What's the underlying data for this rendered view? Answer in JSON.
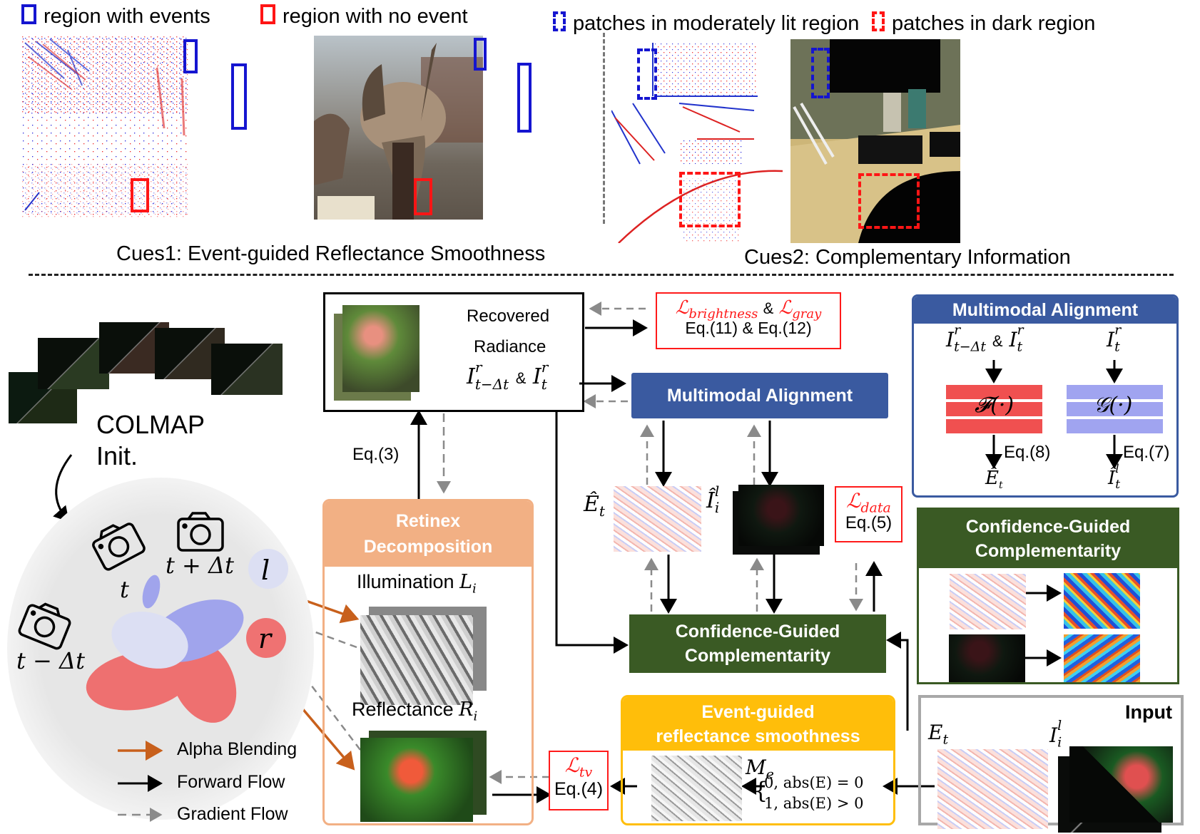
{
  "top": {
    "legend_left": [
      {
        "label": "region with events",
        "color": "#1515d0",
        "style": "solid"
      },
      {
        "label": "region with no event",
        "color": "#ff1515",
        "style": "solid"
      }
    ],
    "legend_right": [
      {
        "label": "patches in moderately lit region",
        "color": "#1515d0",
        "style": "dashed"
      },
      {
        "label": "patches in dark region",
        "color": "#ff1515",
        "style": "dashed"
      }
    ],
    "cues1_caption": "Cues1: Event-guided Reflectance Smoothness",
    "cues2_caption": "Cues2: Complementary Information",
    "panels": [
      {
        "name": "event-map-dinosaur",
        "kind": "event-visualization"
      },
      {
        "name": "photo-dinosaur",
        "kind": "rgb-photo"
      },
      {
        "name": "event-map-desk",
        "kind": "event-visualization"
      },
      {
        "name": "photo-desk-lowlight",
        "kind": "rgb-photo"
      }
    ]
  },
  "pipeline": {
    "colmap_label_line1": "COLMAP",
    "colmap_label_line2": "Init.",
    "cameras": [
      {
        "label": "t − Δt"
      },
      {
        "label": "t"
      },
      {
        "label": "t + Δt"
      }
    ],
    "gaussian_l": "l",
    "gaussian_r": "r",
    "legend": [
      {
        "label": "Alpha Blending",
        "color": "#c8601c",
        "style": "solid"
      },
      {
        "label": "Forward Flow",
        "color": "#000000",
        "style": "solid"
      },
      {
        "label": "Gradient Flow",
        "color": "#8a8a8a",
        "style": "dashed"
      }
    ],
    "recovered": {
      "line1": "Recovered",
      "line2": "Radiance",
      "math": "I",
      "sub1": "t−Δt",
      "amp": "&",
      "sup": "r",
      "sub2": "t"
    },
    "loss_brightness": {
      "name1": "ℒ",
      "sub1": "brightness",
      "amp": "&",
      "name2": "ℒ",
      "sub2": "gray",
      "eq": "Eq.(11) & Eq.(12)"
    },
    "multimodal_alignment": "Multimodal Alignment",
    "eq3": "Eq.(3)",
    "retinex": {
      "title_line1": "Retinex",
      "title_line2": "Decomposition",
      "illumination": "Illumination",
      "illumination_sym": "L",
      "illumination_sub": "i",
      "reflectance": "Reflectance",
      "reflectance_sym": "R",
      "reflectance_sub": "i"
    },
    "e_hat_label": "Ê",
    "e_hat_sub": "t",
    "i_hat_label": "Î",
    "i_hat_sub": "i",
    "i_hat_sup": "l",
    "loss_data": {
      "name": "ℒ",
      "sub": "data",
      "eq": "Eq.(5)"
    },
    "confidence_guided_line1": "Confidence-Guided",
    "confidence_guided_line2": "Complementarity",
    "event_guided": {
      "title_line1": "Event-guided",
      "title_line2": "reflectance smoothness",
      "mask_sym": "M",
      "mask_sub": "e",
      "case1": "0, abs(E) = 0",
      "case2": "1, abs(E) > 0"
    },
    "loss_tv": {
      "name": "ℒ",
      "sub": "tv",
      "eq": "Eq.(4)"
    },
    "input": {
      "title": "Input",
      "e_label": "E",
      "e_sub": "t",
      "i_label": "I",
      "i_sub": "i",
      "i_sup": "l"
    }
  },
  "detail_multimodal": {
    "title": "Multimodal Alignment",
    "left_input": "I",
    "left_input_sup": "r",
    "left_input_sub1": "t−Δt",
    "left_input_amp": "&",
    "left_input_sub2": "t",
    "right_input": "I",
    "right_input_sup": "r",
    "right_input_sub": "t",
    "f_label": "𝓕(·)",
    "g_label": "𝒢(·)",
    "eq_left": "Eq.(8)",
    "eq_right": "Eq.(7)",
    "out_left": "Ê",
    "out_left_sub": "t",
    "out_right": "Î",
    "out_right_sup": "l",
    "out_right_sub": "t",
    "f_color": "#f05050",
    "g_color": "#a0a4f0"
  },
  "detail_confidence": {
    "title_line1": "Confidence-Guided",
    "title_line2": "Complementarity"
  },
  "colors": {
    "blue_header": "#3a5aa0",
    "green_header": "#3a5a24",
    "orange_header": "#f2b084",
    "yellow_header": "#ffbe0a",
    "loss_red": "#ff1a1a",
    "alpha_orange": "#c8601c",
    "gradient_gray": "#8a8a8a",
    "input_border": "#a8a8a8"
  }
}
